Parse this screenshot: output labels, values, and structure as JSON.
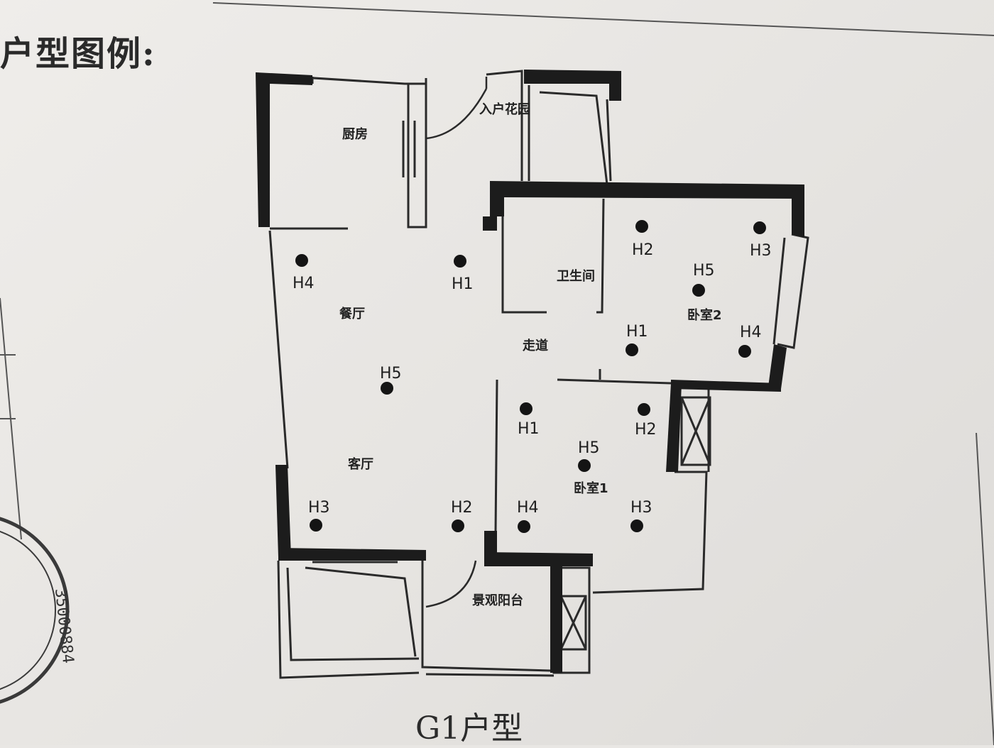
{
  "header": {
    "title": "户型图例:"
  },
  "plan": {
    "title": "G1户型",
    "rooms": {
      "kitchen": "厨房",
      "entry_garden": "入户花园",
      "bathroom": "卫生间",
      "dining": "餐厅",
      "corridor": "走道",
      "bedroom2": "卧室2",
      "living": "客厅",
      "bedroom1": "卧室1",
      "balcony": "景观阳台"
    },
    "points": {
      "dining_h4": "H4",
      "dining_h1": "H1",
      "dining_h5": "H5",
      "living_h3": "H3",
      "living_h2": "H2",
      "bed2_h2": "H2",
      "bed2_h3": "H3",
      "bed2_h5": "H5",
      "bed2_h1": "H1",
      "bed2_h4": "H4",
      "bed1_h1": "H1",
      "bed1_h2": "H2",
      "bed1_h5": "H5",
      "bed1_h4": "H4",
      "bed1_h3": "H3"
    }
  },
  "stamp": {
    "code": "35000884"
  }
}
